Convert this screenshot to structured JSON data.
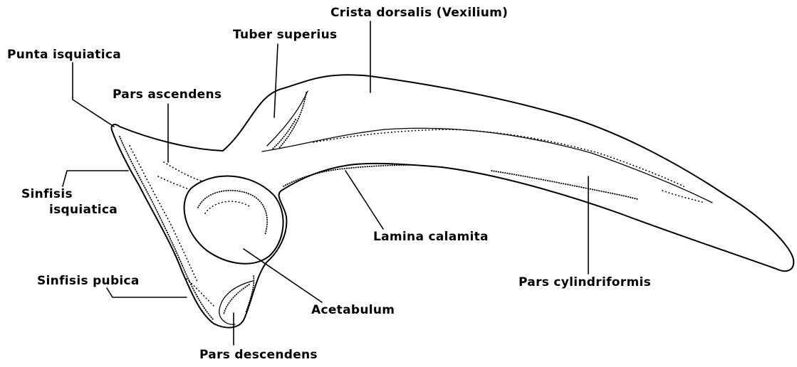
{
  "labels": {
    "crista_dorsalis": "Crista dorsalis (Vexilium)",
    "tuber_superius": "Tuber superius",
    "punta_isquiatica": "Punta isquiatica",
    "pars_ascendens": "Pars ascendens",
    "sinfisis_isquiatica_1": "Sinfisis",
    "sinfisis_isquiatica_2": "isquiatica",
    "sinfisis_pubica": "Sinfisis pubica",
    "lamina_calamita": "Lamina calamita",
    "pars_cylindriformis": "Pars cylindriformis",
    "acetabulum": "Acetabulum",
    "pars_descendens": "Pars descendens"
  }
}
